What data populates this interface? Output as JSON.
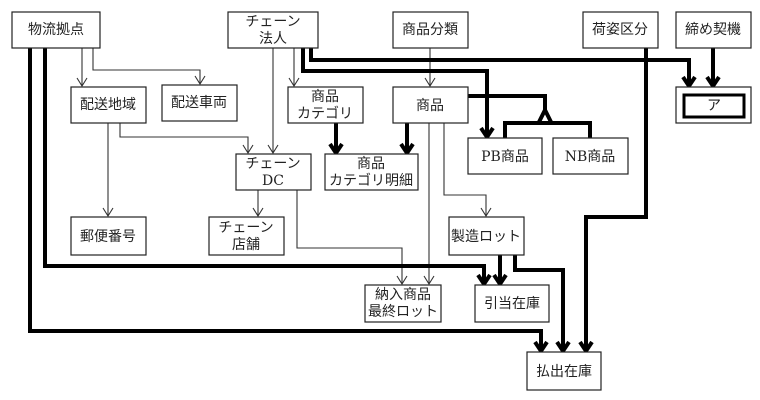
{
  "diagram": {
    "type": "entity-relationship",
    "entities": {
      "butsuryu_kyoten": "物流拠点",
      "chain_hojin": [
        "チェーン",
        "法人"
      ],
      "shohin_bunrui": "商品分類",
      "nisugata_kubun": "荷姿区分",
      "shime_keiki": "締め契機",
      "haiso_chiiki": "配送地域",
      "haiso_sharyo": "配送車両",
      "shohin_category": [
        "商品",
        "カテゴリ"
      ],
      "shohin": "商品",
      "blank_a": "ア",
      "chain_dc": [
        "チェーン",
        "DC"
      ],
      "shohin_category_meisai": [
        "商品",
        "カテゴリ明細"
      ],
      "pb_shohin": "PB商品",
      "nb_shohin": "NB商品",
      "yubin_bango": "郵便番号",
      "chain_tenpo": [
        "チェーン",
        "店舗"
      ],
      "seizo_lot": "製造ロット",
      "nonyu_shohin_saishu_lot": [
        "納入商品",
        "最終ロット"
      ],
      "hikiate_zaiko": "引当在庫",
      "haraidashi_zaiko": "払出在庫"
    },
    "relationships": [
      {
        "from": "物流拠点",
        "to": "配送地域",
        "style": "thin"
      },
      {
        "from": "物流拠点",
        "to": "配送車両",
        "style": "thin"
      },
      {
        "from": "物流拠点",
        "to": "引当在庫",
        "style": "thick"
      },
      {
        "from": "物流拠点",
        "to": "払出在庫",
        "style": "thick"
      },
      {
        "from": "チェーン法人",
        "to": "チェーンDC",
        "style": "thin"
      },
      {
        "from": "チェーン法人",
        "to": "商品カテゴリ",
        "style": "thin"
      },
      {
        "from": "チェーン法人",
        "to": "ア",
        "style": "thick"
      },
      {
        "from": "チェーン法人",
        "to": "PB商品",
        "style": "thick"
      },
      {
        "from": "商品分類",
        "to": "商品",
        "style": "thin"
      },
      {
        "from": "荷姿区分",
        "to": "払出在庫",
        "style": "thick"
      },
      {
        "from": "締め契機",
        "to": "ア",
        "style": "thick"
      },
      {
        "from": "配送地域",
        "to": "郵便番号",
        "style": "thin"
      },
      {
        "from": "配送地域",
        "to": "チェーンDC",
        "style": "thin"
      },
      {
        "from": "商品カテゴリ",
        "to": "商品カテゴリ明細",
        "style": "thick"
      },
      {
        "from": "商品",
        "to": "商品カテゴリ明細",
        "style": "thick"
      },
      {
        "from": "商品",
        "to": [
          "PB商品",
          "NB商品"
        ],
        "style": "thick-subtype"
      },
      {
        "from": "商品",
        "to": "納入商品最終ロット",
        "style": "thin"
      },
      {
        "from": "商品",
        "to": "製造ロット",
        "style": "thin"
      },
      {
        "from": "チェーンDC",
        "to": "チェーン店舗",
        "style": "thin"
      },
      {
        "from": "チェーンDC",
        "to": "納入商品最終ロット",
        "style": "thin"
      },
      {
        "from": "製造ロット",
        "to": "引当在庫",
        "style": "thick"
      },
      {
        "from": "製造ロット",
        "to": "払出在庫",
        "style": "thick"
      }
    ]
  }
}
